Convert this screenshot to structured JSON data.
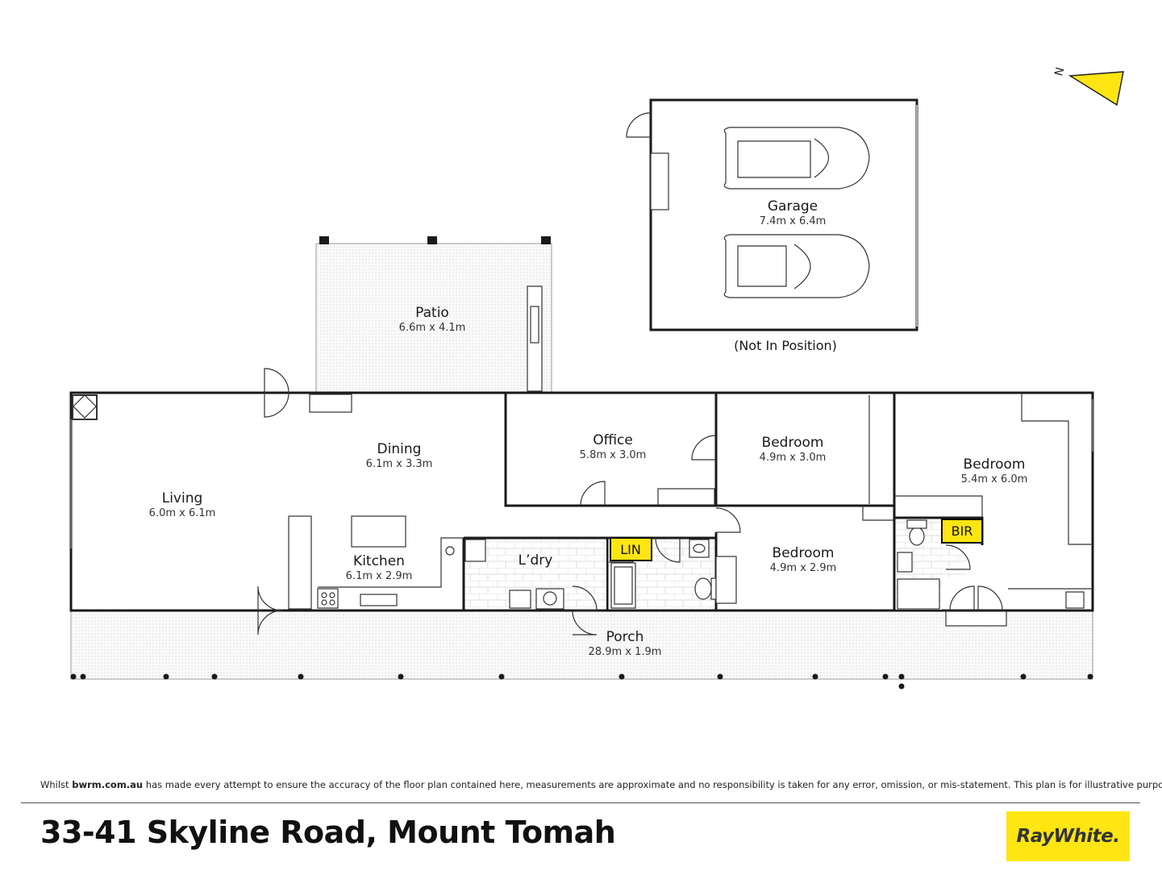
{
  "compass": {
    "label": "N"
  },
  "rooms": {
    "garage": {
      "name": "Garage",
      "dims": "7.4m x 6.4m"
    },
    "patio": {
      "name": "Patio",
      "dims": "6.6m x 4.1m"
    },
    "dining": {
      "name": "Dining",
      "dims": "6.1m x 3.3m"
    },
    "living": {
      "name": "Living",
      "dims": "6.0m x 6.1m"
    },
    "office": {
      "name": "Office",
      "dims": "5.8m x 3.0m"
    },
    "bedroom1": {
      "name": "Bedroom",
      "dims": "4.9m x 3.0m"
    },
    "bedroom2": {
      "name": "Bedroom",
      "dims": "5.4m x 6.0m"
    },
    "bedroom3": {
      "name": "Bedroom",
      "dims": "4.9m x 2.9m"
    },
    "kitchen": {
      "name": "Kitchen",
      "dims": "6.1m x 2.9m"
    },
    "laundry": {
      "name": "L’dry",
      "dims": ""
    },
    "porch": {
      "name": "Porch",
      "dims": "28.9m x 1.9m"
    }
  },
  "tags": {
    "lin": "LIN",
    "bir": "BIR"
  },
  "garage_note": "(Not In Position)",
  "footer": {
    "disclaimer_pre": "Whilst ",
    "disclaimer_site": "bwrm.com.au",
    "disclaimer_post": " has made every attempt to ensure the accuracy of the floor plan contained here, measurements are approximate and no responsibility is taken for any error, omission, or mis-statement. This plan is for illustrative purposes only.",
    "address": "33-41 Skyline Road, Mount Tomah",
    "brand": "RayWhite."
  },
  "colors": {
    "tag_yellow": "#ffe512",
    "wall": "#1a1a1a",
    "hatch": "#e6e6e6"
  }
}
